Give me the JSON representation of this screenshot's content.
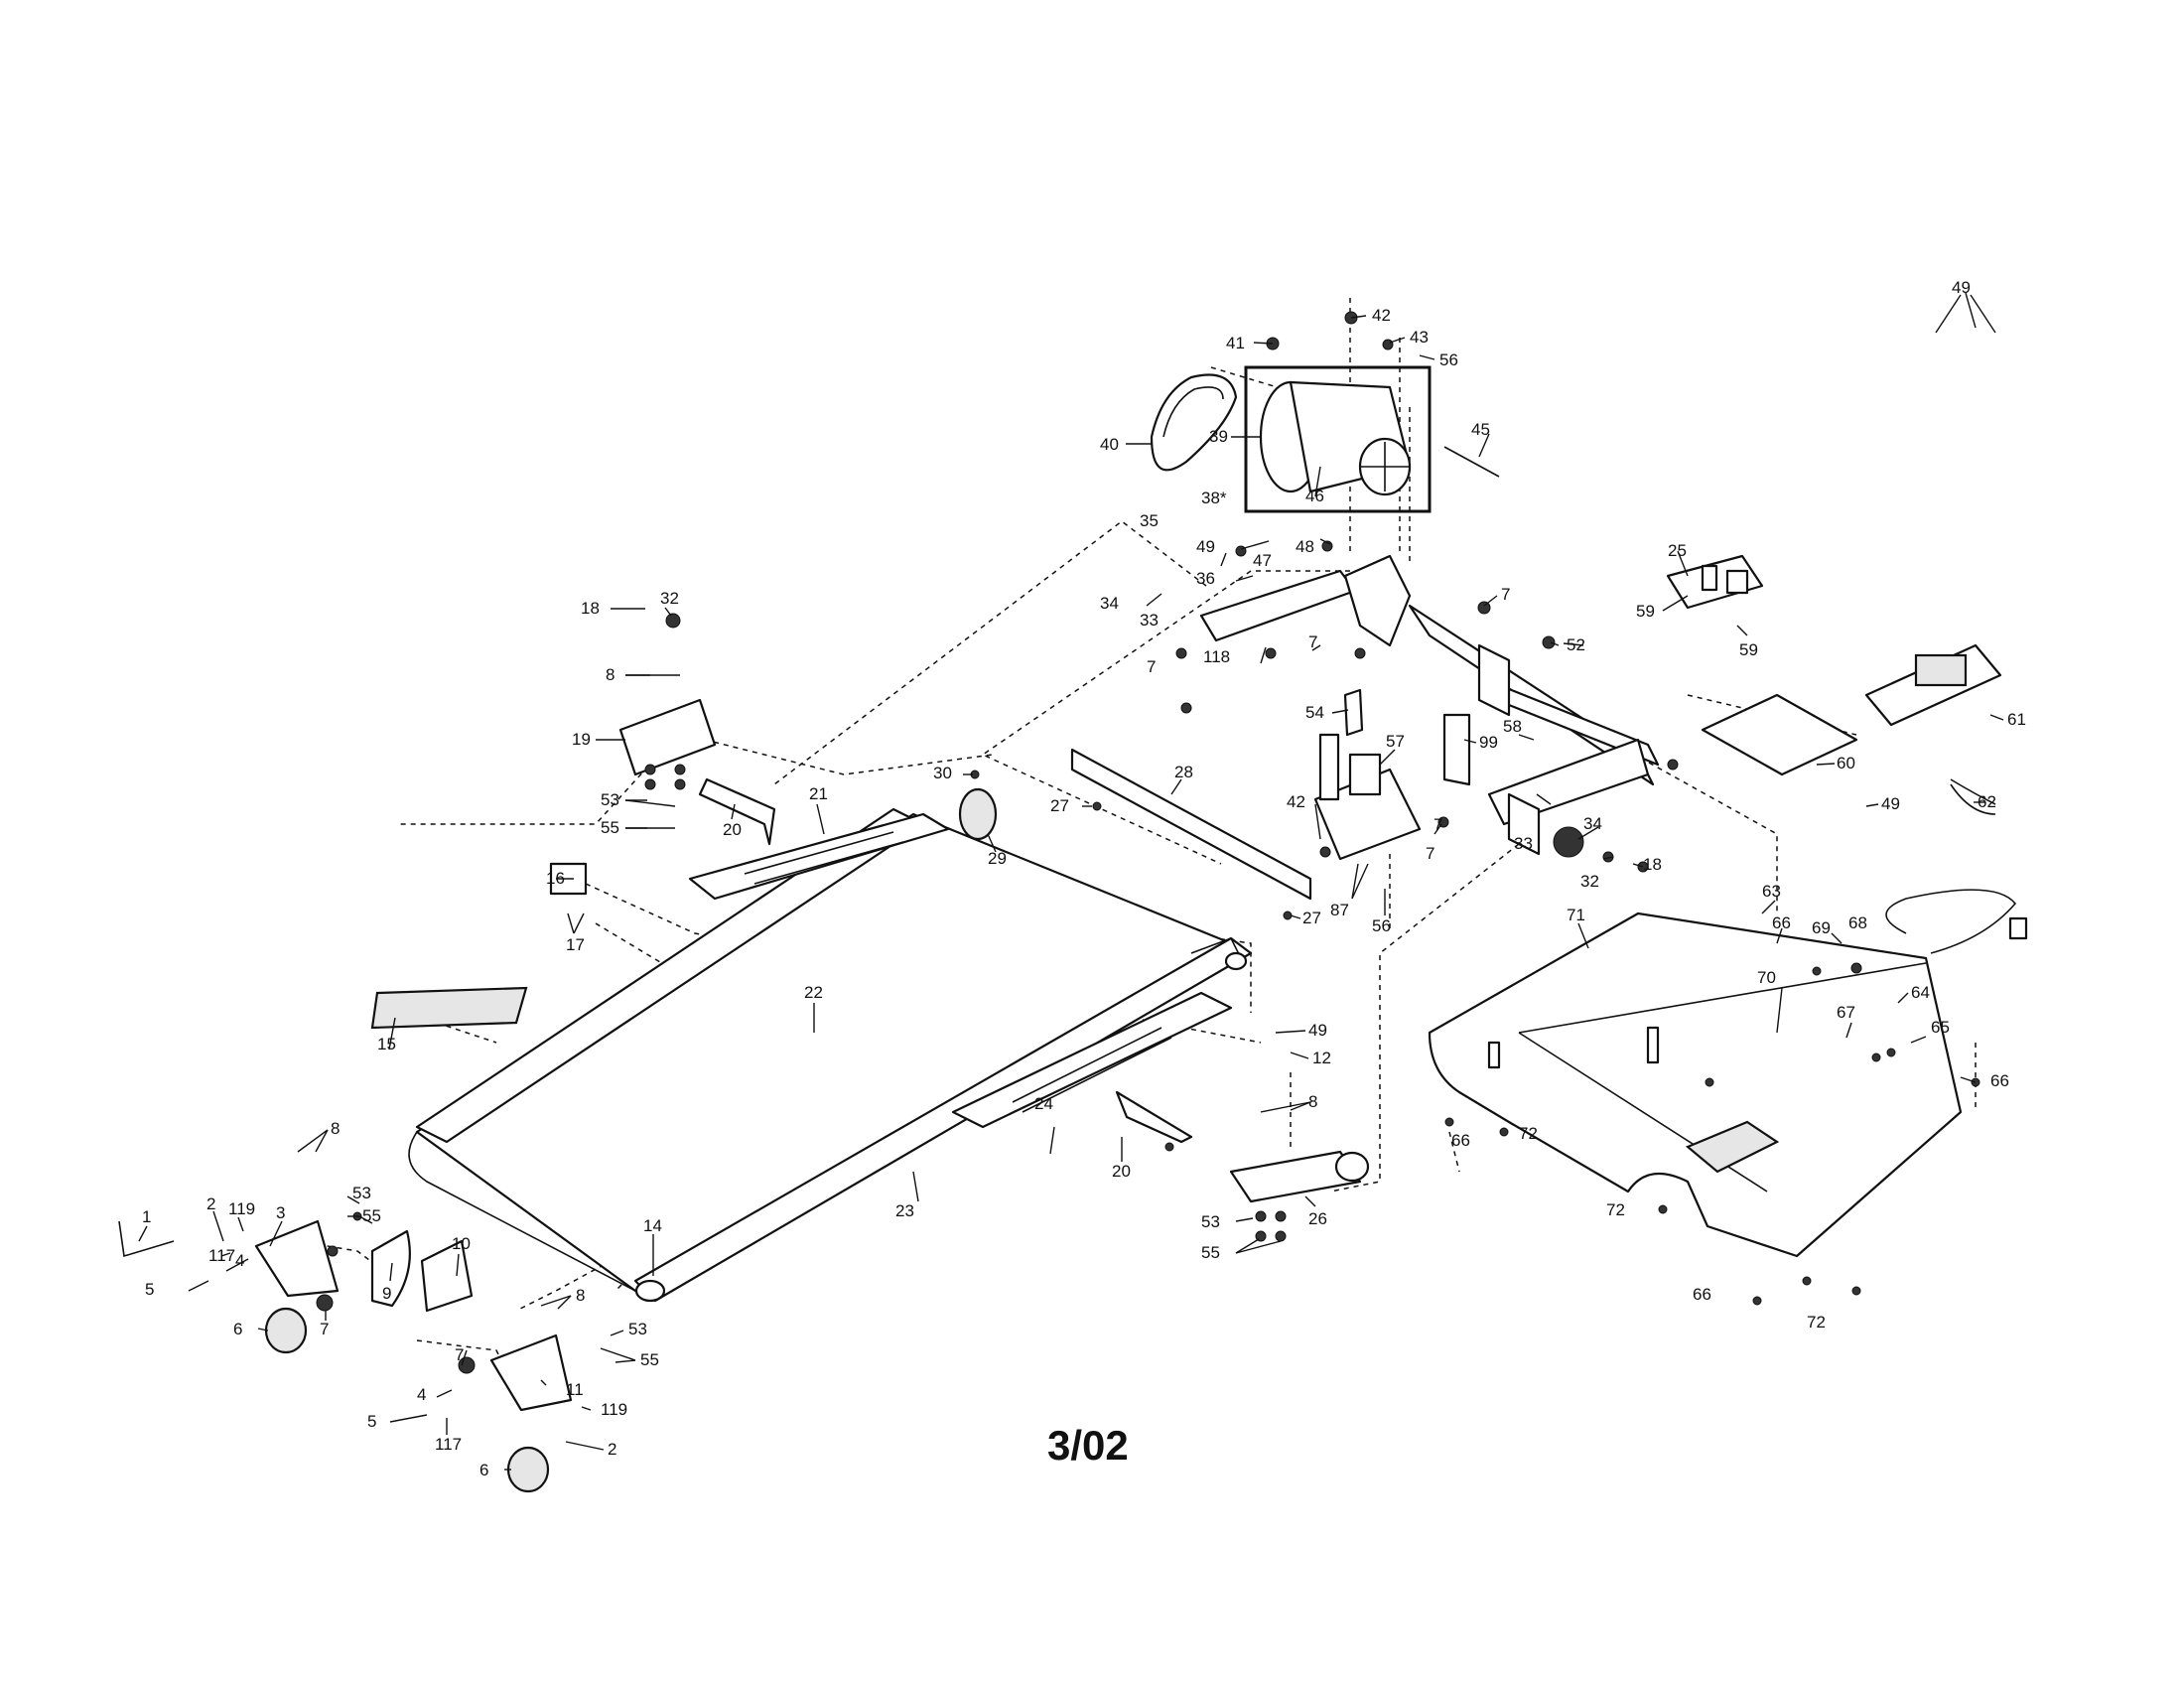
{
  "date_code": "3/02",
  "callouts": {
    "p42a": "42",
    "p41": "41",
    "p43": "43",
    "p56a": "56",
    "p45": "45",
    "p40": "40",
    "p39": "39",
    "p38": "38*",
    "p46": "46",
    "p35": "35",
    "p49a": "49",
    "p48": "48",
    "p36": "36",
    "p47": "47",
    "p34a": "34",
    "p33a": "33",
    "p7a": "7",
    "p118": "118",
    "p7b": "7",
    "p7c": "7",
    "p52": "52",
    "p25": "25",
    "p59a": "59",
    "p59b": "59",
    "p49b": "49",
    "p61": "61",
    "p18a": "18",
    "p32a": "32",
    "p8a": "8",
    "p19": "19",
    "p53a": "53",
    "p55a": "55",
    "p20a": "20",
    "p16": "16",
    "p17": "17",
    "p15": "15",
    "p21": "21",
    "p22": "22",
    "p30": "30",
    "p27a": "27",
    "p29": "29",
    "p28": "28",
    "p27b": "27",
    "p54": "54",
    "p99": "99",
    "p57": "57",
    "p58": "58",
    "p7d": "7",
    "p42b": "42",
    "p7e": "7",
    "p33b": "33",
    "p34b": "34",
    "p32b": "32",
    "p18b": "18",
    "p60": "60",
    "p49c": "49",
    "p62": "62",
    "p87": "87",
    "p56b": "56",
    "p63": "63",
    "p71": "71",
    "p66a": "66",
    "p69": "69",
    "p68": "68",
    "p70": "70",
    "p64": "64",
    "p67": "67",
    "p65": "65",
    "p66b": "66",
    "p49d": "49",
    "p12": "12",
    "p24": "24",
    "p23": "23",
    "p8b": "8",
    "p20b": "20",
    "p26": "26",
    "p53b": "53",
    "p55b": "55",
    "p66c": "66",
    "p72a": "72",
    "p72b": "72",
    "p66d": "66",
    "p72c": "72",
    "p1": "1",
    "p119a": "119",
    "p2a": "2",
    "p3": "3",
    "p8c": "8",
    "p53c": "53",
    "p55c": "55",
    "p117a": "117",
    "p4a": "4",
    "p5a": "5",
    "p6a": "6",
    "p7f": "7",
    "p9": "9",
    "p10": "10",
    "p14": "14",
    "p8d": "8",
    "p53d": "53",
    "p55d": "55",
    "p7g": "7",
    "p4b": "4",
    "p11": "11",
    "p119b": "119",
    "p5b": "5",
    "p117b": "117",
    "p2b": "2",
    "p6b": "6"
  }
}
